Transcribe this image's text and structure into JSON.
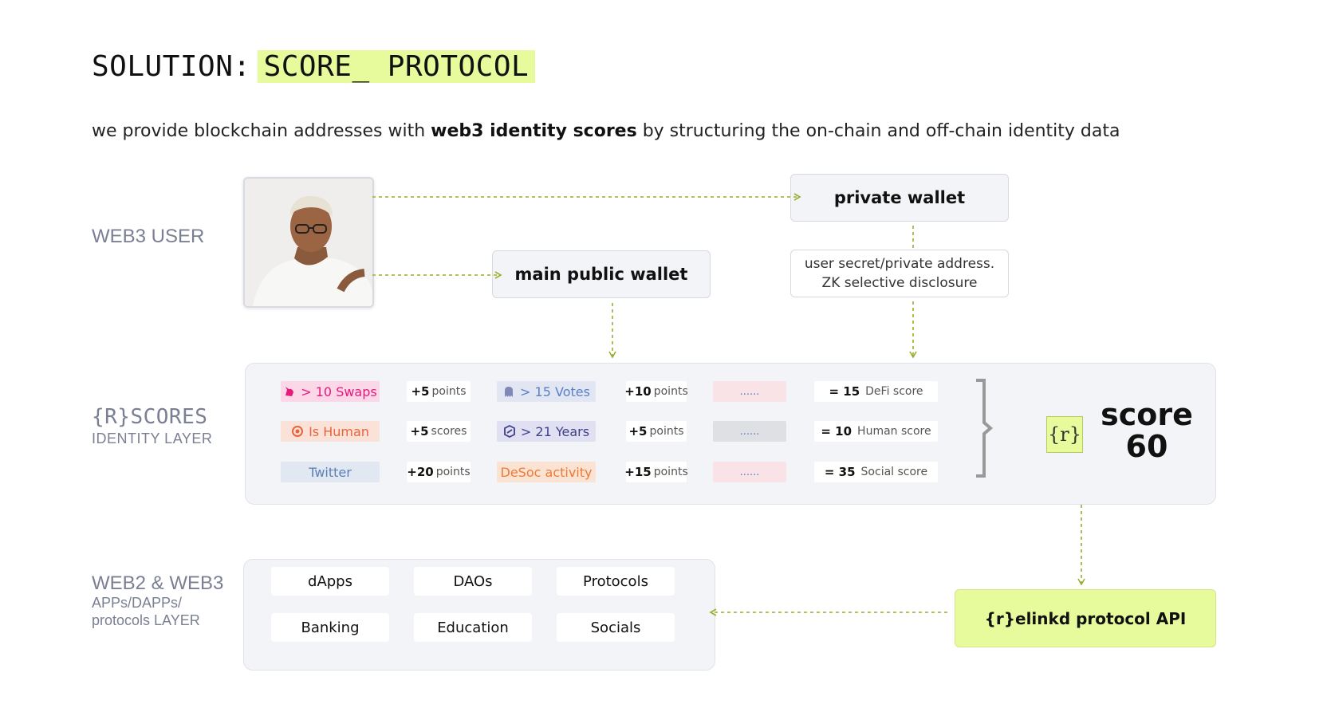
{
  "header": {
    "title_prefix": "SOLUTION:",
    "title_highlight": "SCORE_ PROTOCOL",
    "subtitle_pre": "we provide blockchain addresses with ",
    "subtitle_bold": "web3 identity scores",
    "subtitle_post": " by  structuring the on-chain and off-chain identity data"
  },
  "labels": {
    "web3_user": "WEB3 USER",
    "rscores": "{R}SCORES",
    "identity_layer": "IDENTITY LAYER",
    "web2_web3": "WEB2 & WEB3",
    "apps_layer_1": "APPs/DAPPs/",
    "apps_layer_2": "protocols LAYER"
  },
  "wallets": {
    "private": "private wallet",
    "public": "main public wallet",
    "note_line1": "user secret/private address.",
    "note_line2": "ZK selective disclosure"
  },
  "scores": {
    "rows": [
      {
        "source1": {
          "label": "> 10 Swaps",
          "icon": "unicorn-icon",
          "color": "#e8197d",
          "bg": "#fbd7e8"
        },
        "points1": {
          "value": "+5",
          "unit": "points"
        },
        "source2": {
          "label": "> 15 Votes",
          "icon": "ghost-icon",
          "color": "#5b7fc7",
          "bg": "#e1e6f2"
        },
        "points2": {
          "value": "+10",
          "unit": "points"
        },
        "more": "......",
        "more_bg": "#f9e3e6",
        "total": {
          "value": "= 15",
          "label": "DeFi score"
        }
      },
      {
        "source1": {
          "label": "Is Human",
          "icon": "target-icon",
          "color": "#e9643a",
          "bg": "#fbe2d8"
        },
        "points1": {
          "value": "+5",
          "unit": "scores"
        },
        "source2": {
          "label": "> 21 Years",
          "icon": "badge-icon",
          "color": "#3d3f88",
          "bg": "#e1e0f2"
        },
        "points2": {
          "value": "+5",
          "unit": "points"
        },
        "more": "......",
        "more_bg": "#dfe0e3",
        "total": {
          "value": "= 10",
          "label": "Human score"
        }
      },
      {
        "source1": {
          "label": "Twitter",
          "icon": "",
          "color": "#5a7fb8",
          "bg": "#e1e8f2"
        },
        "points1": {
          "value": "+20",
          "unit": "points"
        },
        "source2": {
          "label": "DeSoc activity",
          "icon": "",
          "color": "#ef7a33",
          "bg": "#fbe3d4"
        },
        "points2": {
          "value": "+15",
          "unit": "points"
        },
        "more": "......",
        "more_bg": "#f9e3e6",
        "total": {
          "value": "= 35",
          "label": "Social score"
        }
      }
    ],
    "logo": "{r}",
    "score_word": "score",
    "score_value": "60"
  },
  "apps": {
    "items": [
      "dApps",
      "DAOs",
      "Protocols",
      "Banking",
      "Education",
      "Socials"
    ]
  },
  "api": {
    "label": "{r}elinkd protocol API"
  },
  "colors": {
    "accent": "#e8fb9c",
    "arrow": "#9aae2d",
    "label_gray": "#7b7f93"
  }
}
